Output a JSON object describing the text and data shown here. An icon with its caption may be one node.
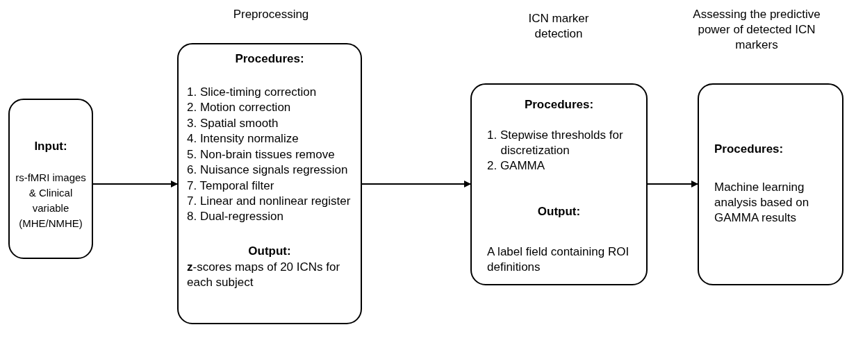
{
  "diagram": {
    "nodes": [
      {
        "text": [
          "Input:",
          "rs-fMRI images & Clinical variable (MHE/NMHE)"
        ]
      },
      {
        "text": [
          "Preprocessing",
          "Procedures:",
          "1. Slice-timing correction",
          "2. Motion correction",
          "3. Spatial smooth",
          "4. Intensity normalize",
          "5. Non-brain tissues remove",
          "6. Nuisance signals regression",
          "7. Temporal filter",
          "7. Linear and nonlinear register",
          "8. Dual-regression",
          "Output:",
          "**z**-scores maps of 20 ICNs for each subject"
        ]
      },
      {
        "text": [
          "ICN marker detection",
          "Procedures:",
          "1. Stepwise thresholds for discretization",
          "2. GAMMA",
          "Output:",
          "A label field containing ROI definitions"
        ]
      },
      {
        "text": [
          "Assessing the predictive power of detected ICN markers",
          "Procedures:",
          "Machine learning analysis based on GAMMA results"
        ]
      }
    ],
    "edges": [
      {
        "from": 0,
        "to": 1,
        "arrow": "to"
      },
      {
        "from": 1,
        "to": 2,
        "arrow": "to"
      },
      {
        "from": 2,
        "to": 3,
        "arrow": "to"
      }
    ]
  }
}
